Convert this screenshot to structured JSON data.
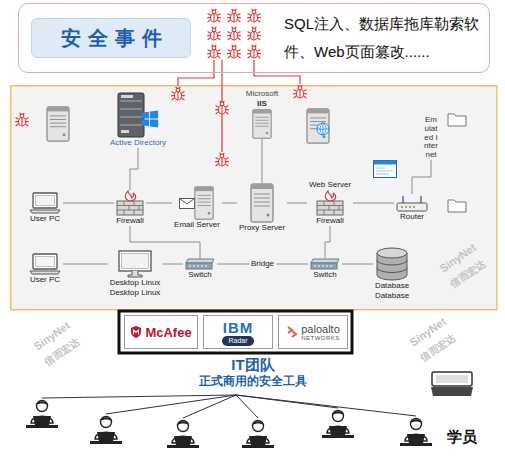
{
  "diagram": {
    "nodes": [
      {
        "text": [
          "SQL注入、数据库拖库勒索软件、Web页面篡改......"
        ]
      },
      {
        "text": [
          "安全事件"
        ],
        "in": 0
      },
      {
        "text": [
          "Active Directory"
        ]
      },
      {
        "text": [
          "Microsoft",
          "IIS"
        ]
      },
      {
        "text": [
          "Emulated Internet"
        ]
      },
      {
        "text": [
          "Firewall"
        ]
      },
      {
        "text": [
          "Email Server"
        ]
      },
      {
        "text": [
          "Proxy Server"
        ]
      },
      {
        "text": [
          "Web Server",
          "Firewall"
        ]
      },
      {
        "text": [
          "Router"
        ]
      },
      {
        "text": [
          "User PC"
        ]
      },
      {
        "text": [
          "User PC"
        ]
      },
      {
        "text": [
          "Desktop Linux",
          "Desktop Linux"
        ]
      },
      {
        "text": [
          "Switch"
        ]
      },
      {
        "text": [
          "Switch"
        ]
      },
      {
        "text": [
          "Database",
          "Database"
        ]
      },
      {
        "text": [
          "McAfee"
        ]
      },
      {
        "text": [
          "IBM",
          "Radar"
        ]
      },
      {
        "text": [
          "paloalto",
          "NETWORKS"
        ]
      }
    ],
    "edges": [
      {
        "from": 2,
        "to": 5,
        "arrow": "none"
      },
      {
        "from": 3,
        "to": 7,
        "arrow": "none"
      },
      {
        "from": 10,
        "to": 5,
        "arrow": "none"
      },
      {
        "from": 5,
        "to": 6,
        "arrow": "none"
      },
      {
        "from": 6,
        "to": 7,
        "arrow": "none"
      },
      {
        "from": 7,
        "to": 8,
        "arrow": "none"
      },
      {
        "from": 8,
        "to": 9,
        "arrow": "none"
      },
      {
        "from": 9,
        "to": 4,
        "arrow": "none"
      },
      {
        "from": 5,
        "to": 13,
        "arrow": "none"
      },
      {
        "from": 8,
        "to": 14,
        "arrow": "none"
      },
      {
        "from": 11,
        "to": 12,
        "arrow": "none"
      },
      {
        "from": 12,
        "to": 13,
        "arrow": "none"
      },
      {
        "from": 13,
        "to": 14,
        "label": "Bridge",
        "arrow": "none"
      },
      {
        "from": 14,
        "to": 15,
        "arrow": "none"
      }
    ],
    "labels": [
      "IT团队",
      "正式商用的安全工具",
      "学员",
      "SinyNet",
      "信而宏达",
      "SinyNet",
      "信而宏达",
      "SinyNet",
      "信而宏达"
    ]
  }
}
